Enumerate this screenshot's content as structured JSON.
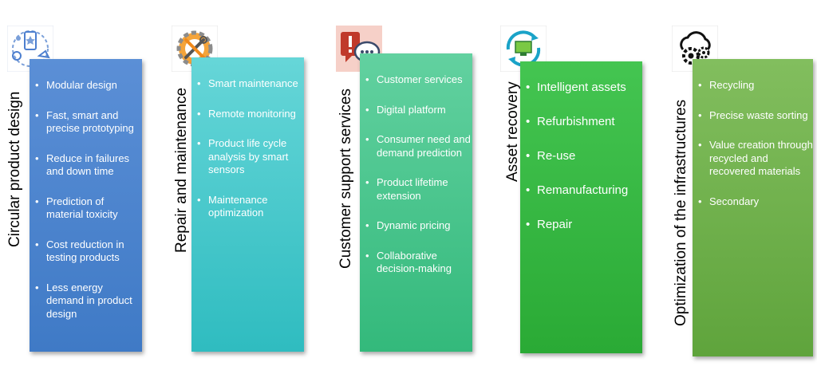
{
  "columns": [
    {
      "title": "Circular product design",
      "icon": "circular-design-icon",
      "color_top": "#5b8fd6",
      "color_bottom": "#3f7ac6",
      "items": [
        "Modular design",
        "Fast, smart and precise prototyping",
        "Reduce in failures and down time",
        "Prediction of material toxicity",
        "Cost reduction in testing products",
        "Less energy demand in product design"
      ]
    },
    {
      "title": "Repair and maintenance",
      "icon": "wrench-gear-icon",
      "color_top": "#5fd3d3",
      "color_bottom": "#2fbcc0",
      "items": [
        "Smart maintenance",
        "Remote monitoring",
        "Product life cycle analysis by smart sensors",
        "Maintenance optimization"
      ]
    },
    {
      "title": "Customer support services",
      "icon": "chat-support-icon",
      "color_top": "#5ccf9b",
      "color_bottom": "#33b97b",
      "items": [
        "Customer services",
        "Digital platform",
        "Consumer need and demand prediction",
        "Product lifetime extension",
        "Dynamic pricing",
        "Collaborative decision-making"
      ]
    },
    {
      "title": "Asset recovery",
      "icon": "asset-recovery-icon",
      "color_top": "#3fc24d",
      "color_bottom": "#2aaa35",
      "items": [
        "Intelligent assets",
        "Refurbishment",
        "Re-use",
        "Remanufacturing",
        "Repair"
      ]
    },
    {
      "title": "Optimization of the infrastructures",
      "icon": "cloud-gear-icon",
      "color_top": "#7dbb58",
      "color_bottom": "#5fa43c",
      "items": [
        "Recycling",
        "Precise waste sorting",
        "Value creation through recycled and recovered materials",
        "Secondary"
      ]
    }
  ]
}
